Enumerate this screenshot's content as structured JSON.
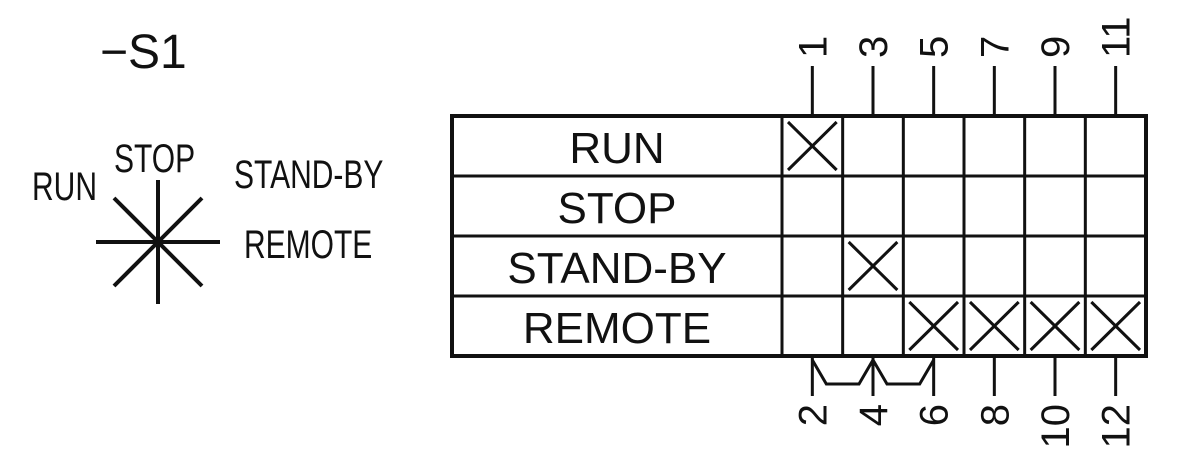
{
  "colors": {
    "ink": "#111111",
    "background": "#ffffff"
  },
  "designator": "−S1",
  "selector": {
    "labels": {
      "run": "RUN",
      "stop": "STOP",
      "standby": "STAND-BY",
      "remote": "REMOTE"
    }
  },
  "table": {
    "rows": [
      "RUN",
      "STOP",
      "STAND-BY",
      "REMOTE"
    ],
    "contacts_top": [
      "1",
      "3",
      "5",
      "7",
      "9",
      "11"
    ],
    "contacts_bottom": [
      "2",
      "4",
      "6",
      "8",
      "10",
      "12"
    ],
    "closed": [
      {
        "row": 0,
        "col": 0
      },
      {
        "row": 2,
        "col": 1
      },
      {
        "row": 3,
        "col": 2
      },
      {
        "row": 3,
        "col": 3
      },
      {
        "row": 3,
        "col": 4
      },
      {
        "row": 3,
        "col": 5
      }
    ]
  }
}
